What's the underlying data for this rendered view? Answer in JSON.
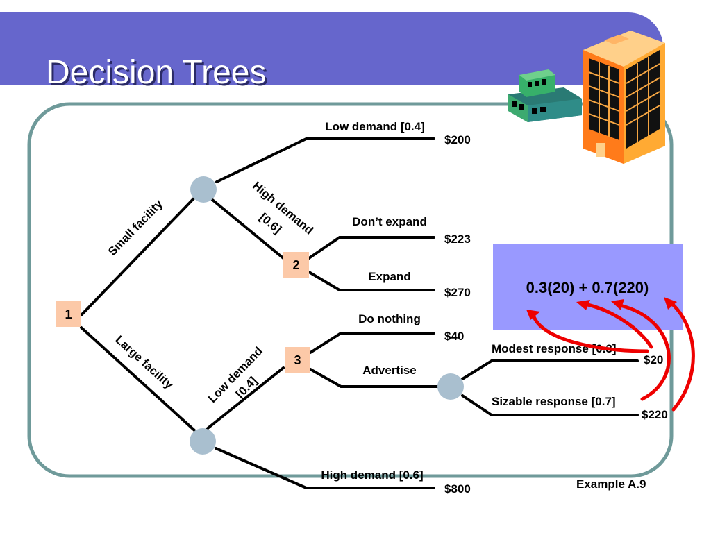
{
  "title": "Decision Trees",
  "example": "Example A.9",
  "formula": "0.3(20) + 0.7(220)",
  "colors": {
    "title_bar": "#6666cc",
    "frame": "#6f9a9a",
    "chance_node": "#a9bfcf",
    "decision_node": "#fcc9a8",
    "formula_box": "#9999ff",
    "arrow": "#ee0000"
  },
  "decision_nodes": {
    "n1": "1",
    "n2": "2",
    "n3": "3"
  },
  "branches": {
    "small_facility": "Small facility",
    "large_facility": "Large facility",
    "high_demand_small_line1": "High demand",
    "high_demand_small_line2": "[0.6]",
    "low_demand_small": "Low demand [0.4]",
    "dont_expand": "Don’t expand",
    "expand": "Expand",
    "low_demand_large_line1": "Low demand",
    "low_demand_large_line2": "[0.4]",
    "high_demand_large": "High demand [0.6]",
    "do_nothing": "Do nothing",
    "advertise": "Advertise",
    "modest_response": "Modest response [0.3]",
    "sizable_response": "Sizable response [0.7]"
  },
  "payoffs": {
    "low_demand_small": "$200",
    "dont_expand": "$223",
    "expand": "$270",
    "do_nothing": "$40",
    "modest": "$20",
    "sizable": "$220",
    "high_demand_large": "$800"
  },
  "icons": [
    "low-building-icon",
    "office-tower-icon"
  ]
}
